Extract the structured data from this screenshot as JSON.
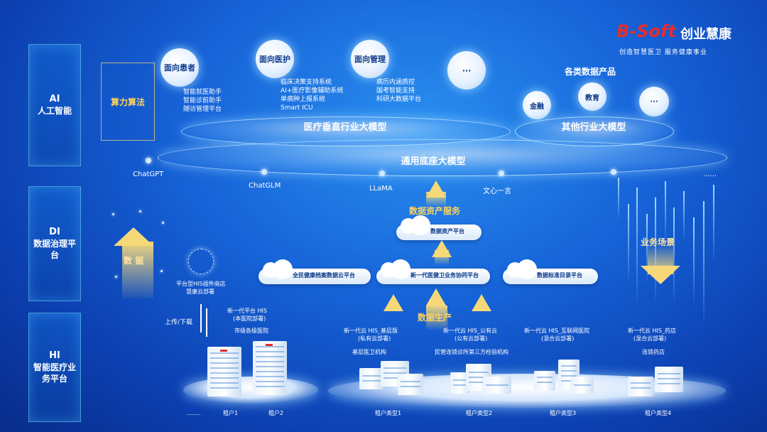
{
  "brand": {
    "logo_mark": "B-Soft",
    "name": "创业慧康",
    "slogan": "创造智慧医卫  服务健康事业",
    "accent_red": "#e52d2d"
  },
  "layers": [
    {
      "code": "AI",
      "label": "人工智能"
    },
    {
      "code": "DI",
      "label": "数据治理平台"
    },
    {
      "code": "HI",
      "label": "智能医疗业务平台"
    }
  ],
  "compute": {
    "label": "算力算法"
  },
  "orientations": [
    {
      "label": "面向患者",
      "items": [
        "智能就医助手",
        "智能诊前助手",
        "随访管理平台"
      ]
    },
    {
      "label": "面向医护",
      "items": [
        "临床决策支持系统",
        "AI+医疗影像辅助系统",
        "单病种上报系统",
        "Smart ICU"
      ]
    },
    {
      "label": "面向管理",
      "items": [
        "病历内涵质控",
        "国考智能支持",
        "科研大数据平台"
      ]
    },
    {
      "label": "···",
      "items": []
    }
  ],
  "data_products": {
    "title": "各类数据产品",
    "items": [
      "金融",
      "教育",
      "···"
    ]
  },
  "models": {
    "medical": "医疗垂直行业大模型",
    "other": "其他行业大模型",
    "base": "通用底座大模型"
  },
  "base_models": [
    "ChatGPT",
    "ChatGLM",
    "LLaMA",
    "文心一言",
    "......"
  ],
  "data_flow": {
    "label": "数 据"
  },
  "data_services": {
    "label": "数据资产服务",
    "platform": "数据资产平台"
  },
  "platforms": [
    "全民健康档案数据云平台",
    "新一代医健卫业务协同平台",
    "数据标准目录平台"
  ],
  "data_production": {
    "label": "数据生产"
  },
  "business_scene": {
    "label": "业务场景"
  },
  "plugin_store": {
    "line1": "平台型HIS插件商店",
    "line2": "慧康云部署"
  },
  "upload": {
    "label": "上传/下载"
  },
  "his_hospital": {
    "line1": "新一代平台 HIS",
    "line2": "(本医院部署)",
    "line3": "市级各级医院"
  },
  "tenants": [
    {
      "title": "新一代云 HIS_基层版",
      "deploy": "(私有云部署)",
      "org": "基层医卫机构",
      "type": "租户类型1"
    },
    {
      "title": "新一代云 HIS_公有云",
      "deploy": "(公有云部署)",
      "org": "民营连锁诊所第三方检验机构",
      "type": "租户类型2"
    },
    {
      "title": "新一代云 HIS_互联网医院",
      "deploy": "(混合云部署)",
      "org": "",
      "type": "租户类型3"
    },
    {
      "title": "新一代云 HIS_药店",
      "deploy": "(混合云部署)",
      "org": "连锁药店",
      "type": "租户类型4"
    }
  ],
  "hospital_tenants": {
    "dots": "........",
    "t1": "租户1",
    "t2": "租户2"
  }
}
